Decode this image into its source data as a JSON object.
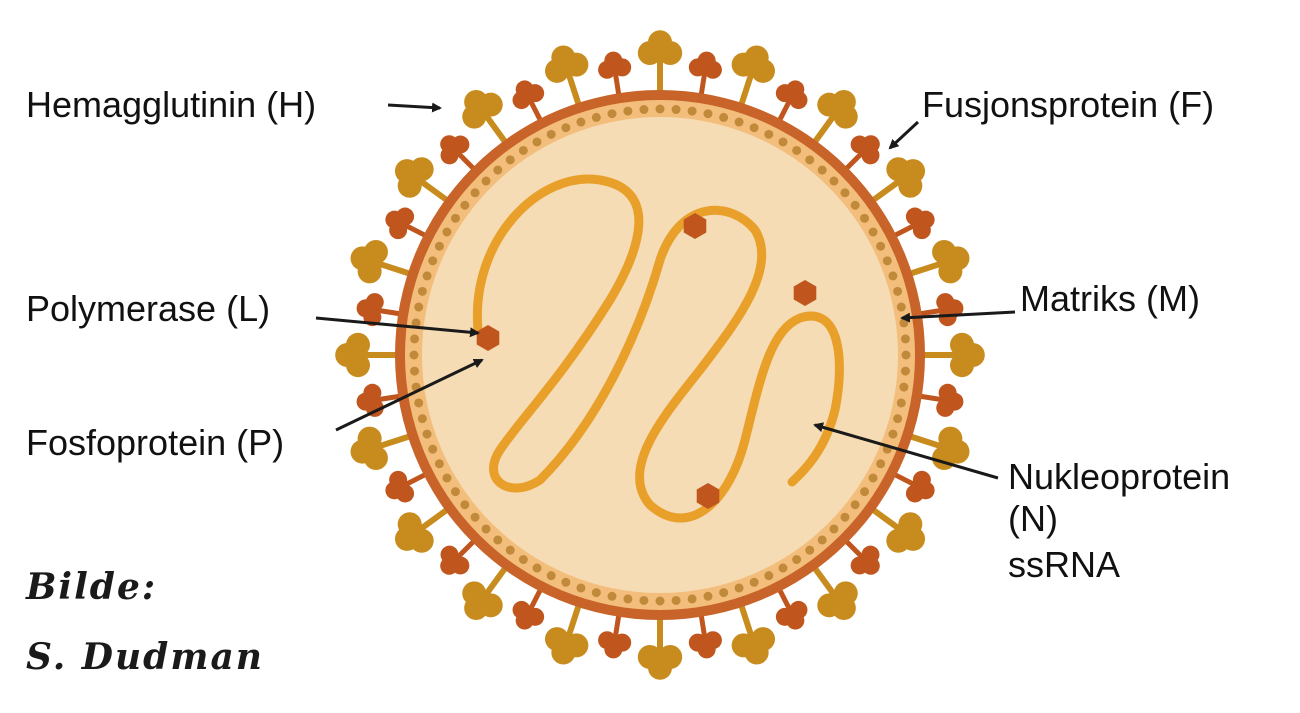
{
  "labels": {
    "hemagglutinin": "Hemagglutinin (H)",
    "fusion": "Fusjonsprotein (F)",
    "polymerase": "Polymerase (L)",
    "matrix": "Matriks (M)",
    "phosphoprotein": "Fosfoprotein (P)",
    "nucleoprotein_line1": "Nukleoprotein",
    "nucleoprotein_line2": "(N)",
    "nucleoprotein_line3": "ssRNA"
  },
  "credit": {
    "line1": "Bilde:",
    "line2": "S. Dudman"
  },
  "colors": {
    "envelope": "#c8642a",
    "envelope_inner": "#f3be7c",
    "interior": "#f5dcb4",
    "matrix_dots": "#c18a3a",
    "rna": "#e8a02a",
    "hemagglutinin": "#c88c1e",
    "fusion": "#c0561e",
    "polymerase": "#c0561e",
    "arrow": "#1a1a1a"
  }
}
